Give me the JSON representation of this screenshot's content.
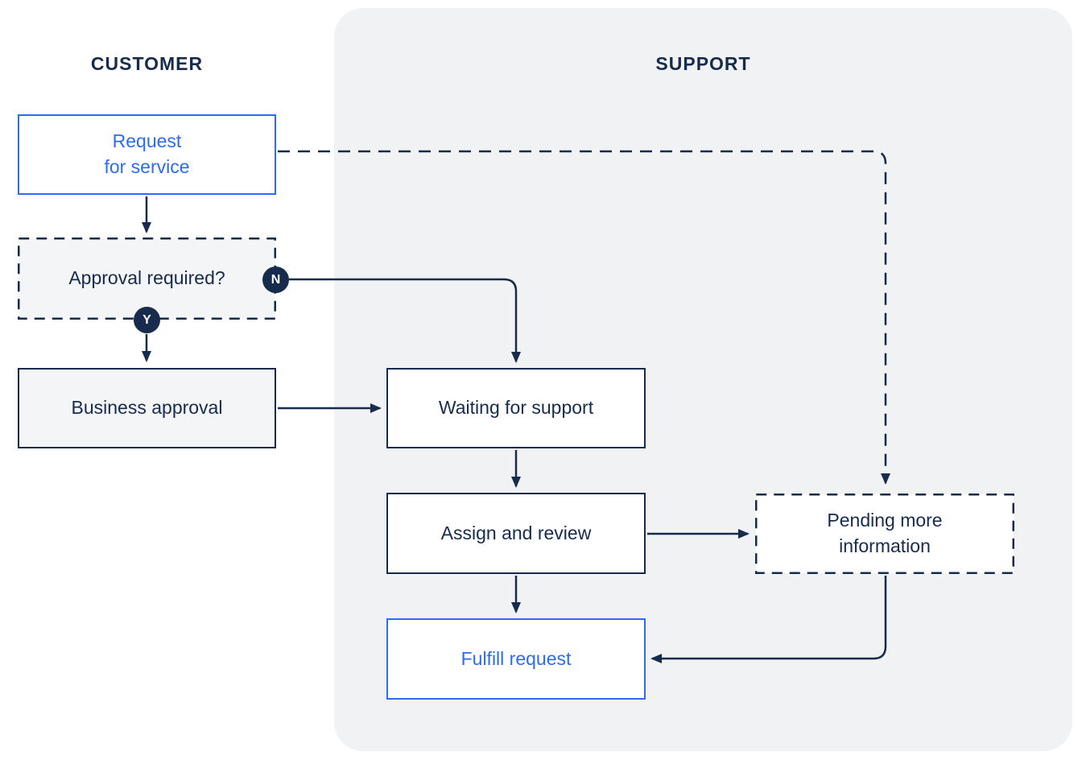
{
  "diagram": {
    "lanes": {
      "customer": "CUSTOMER",
      "support": "SUPPORT"
    },
    "nodes": {
      "request": "Request\nfor service",
      "approval": "Approval required?",
      "business": "Business approval",
      "waiting": "Waiting for support",
      "assign": "Assign and review",
      "pending": "Pending more\ninformation",
      "fulfill": "Fulfill request"
    },
    "badges": {
      "no": "N",
      "yes": "Y"
    },
    "colors": {
      "navy": "#172b4d",
      "accent_blue": "#2c6cf2",
      "support_panel_bg": "#f1f2f4",
      "gray_node_bg": "#f4f5f7",
      "white_node_bg": "#ffffff"
    }
  }
}
